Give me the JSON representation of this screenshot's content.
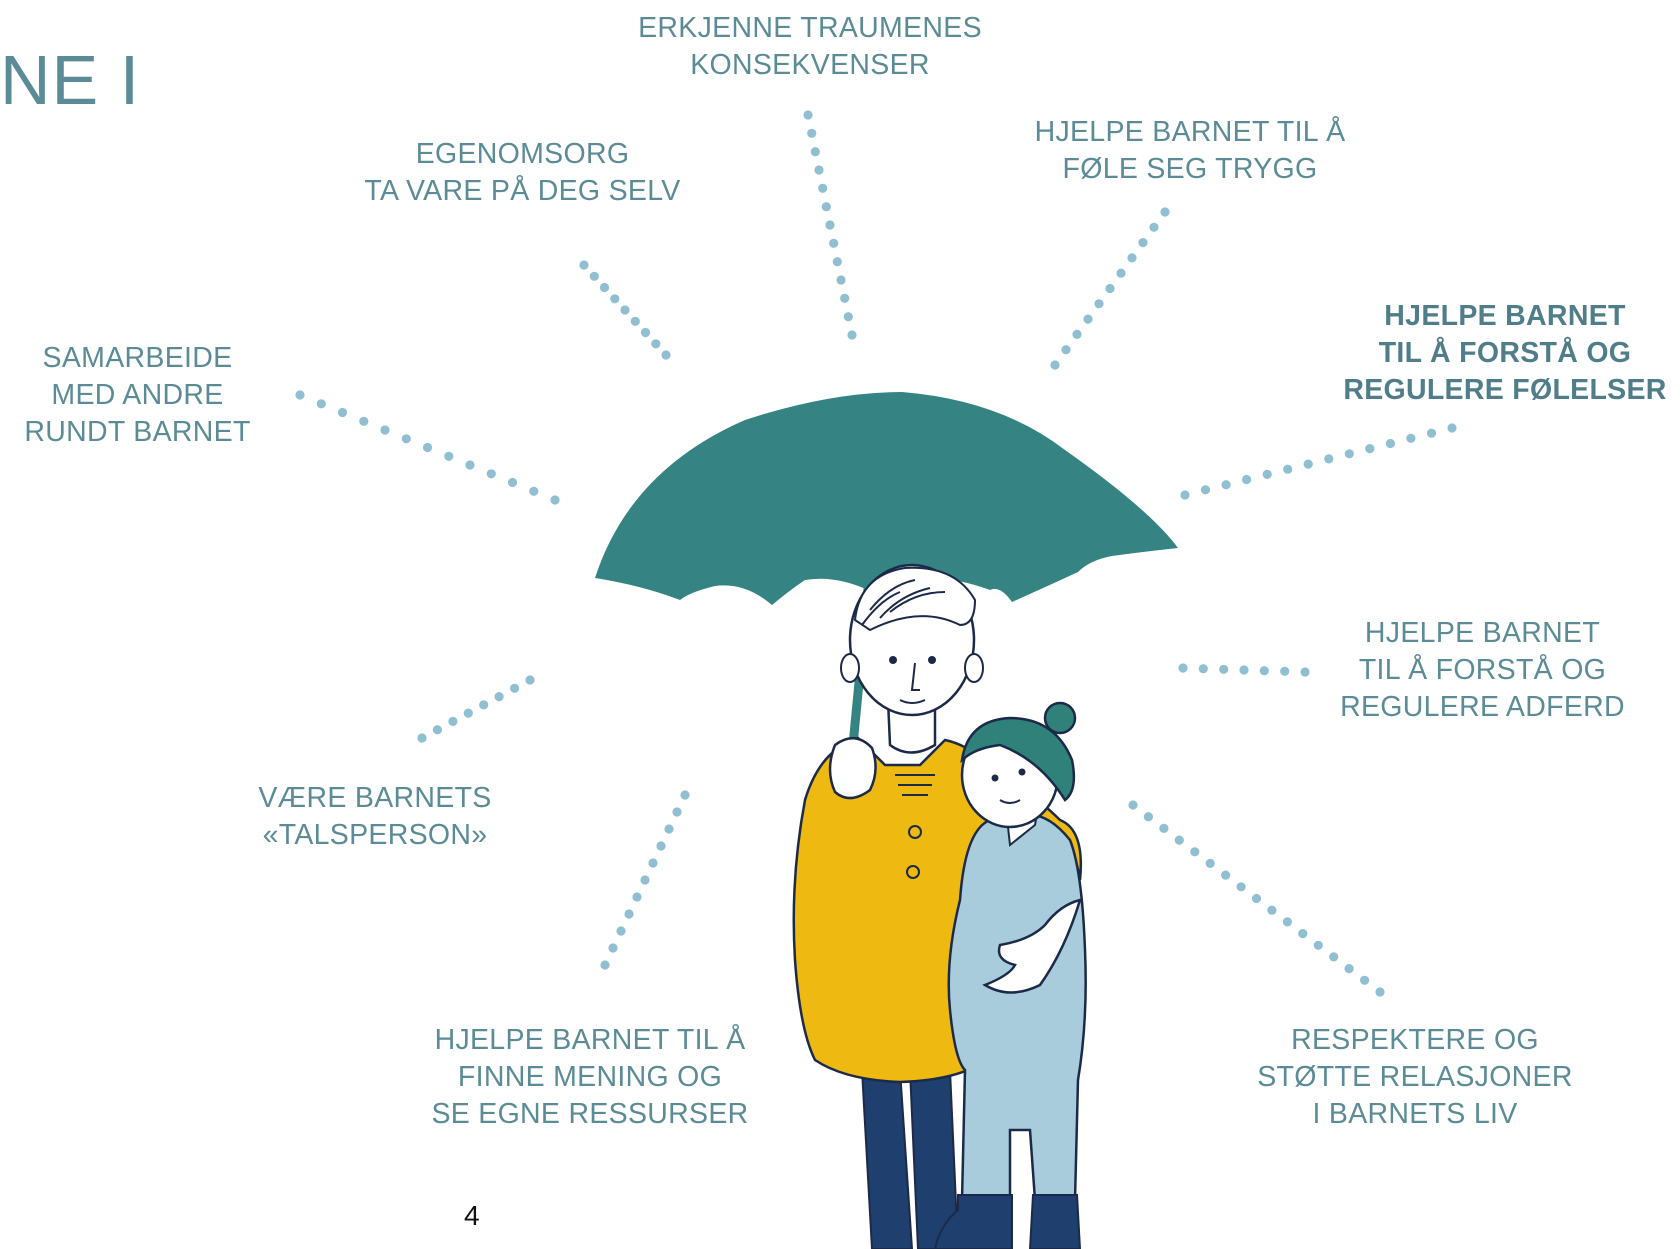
{
  "title": "NE I",
  "page_number": "4",
  "labels": {
    "erkjenne": [
      "ERKJENNE TRAUMENES",
      "KONSEKVENSER"
    ],
    "egenomsorg": [
      "EGENOMSORG",
      "TA VARE PÅ DEG SELV"
    ],
    "trygg": [
      "HJELPE BARNET TIL Å",
      "FØLE SEG TRYGG"
    ],
    "samarbeide": [
      "SAMARBEIDE",
      "MED ANDRE",
      "RUNDT BARNET"
    ],
    "folelser": [
      "HJELPE BARNET",
      "TIL Å FORSTÅ OG",
      "REGULERE FØLELSER"
    ],
    "adferd": [
      "HJELPE BARNET",
      "TIL Å FORSTÅ OG",
      "REGULERE ADFERD"
    ],
    "talsperson": [
      "VÆRE BARNETS",
      "«TALSPERSON»"
    ],
    "mening": [
      "HJELPE BARNET TIL Å",
      "FINNE MENING OG",
      "SE EGNE RESSURSER"
    ],
    "relasjoner": [
      "RESPEKTERE OG",
      "STØTTE RELASJONER",
      "I BARNETS LIV"
    ]
  },
  "colors": {
    "text": "#5b8b96",
    "dots": "#8fbfd0",
    "umbrella": "#358382",
    "coat": "#eeb910",
    "child_suit": "#a8ccdc",
    "trousers": "#1f3f6e",
    "hat": "#2f8179",
    "outline": "#1c2a4a"
  },
  "icons": {
    "umbrella": "umbrella-illustration",
    "people": "adult-and-child-illustration"
  }
}
